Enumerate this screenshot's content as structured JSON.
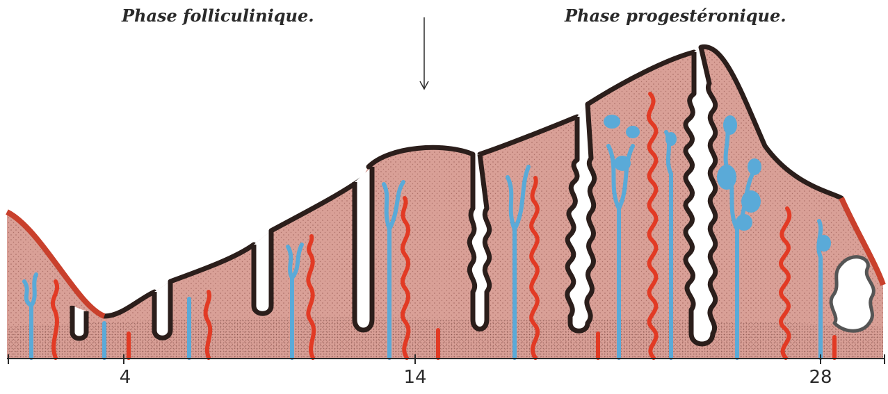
{
  "phase_left": "Phase folliculinique.",
  "phase_right": "Phase progestéronique.",
  "day_labels": [
    "4",
    "14",
    "28"
  ],
  "colors": {
    "tissue": "#d9a097",
    "epithelium": "#2b1e1b",
    "artery": "#e23a24",
    "vein": "#5aaad8",
    "surface_blood": "#c9402c"
  }
}
